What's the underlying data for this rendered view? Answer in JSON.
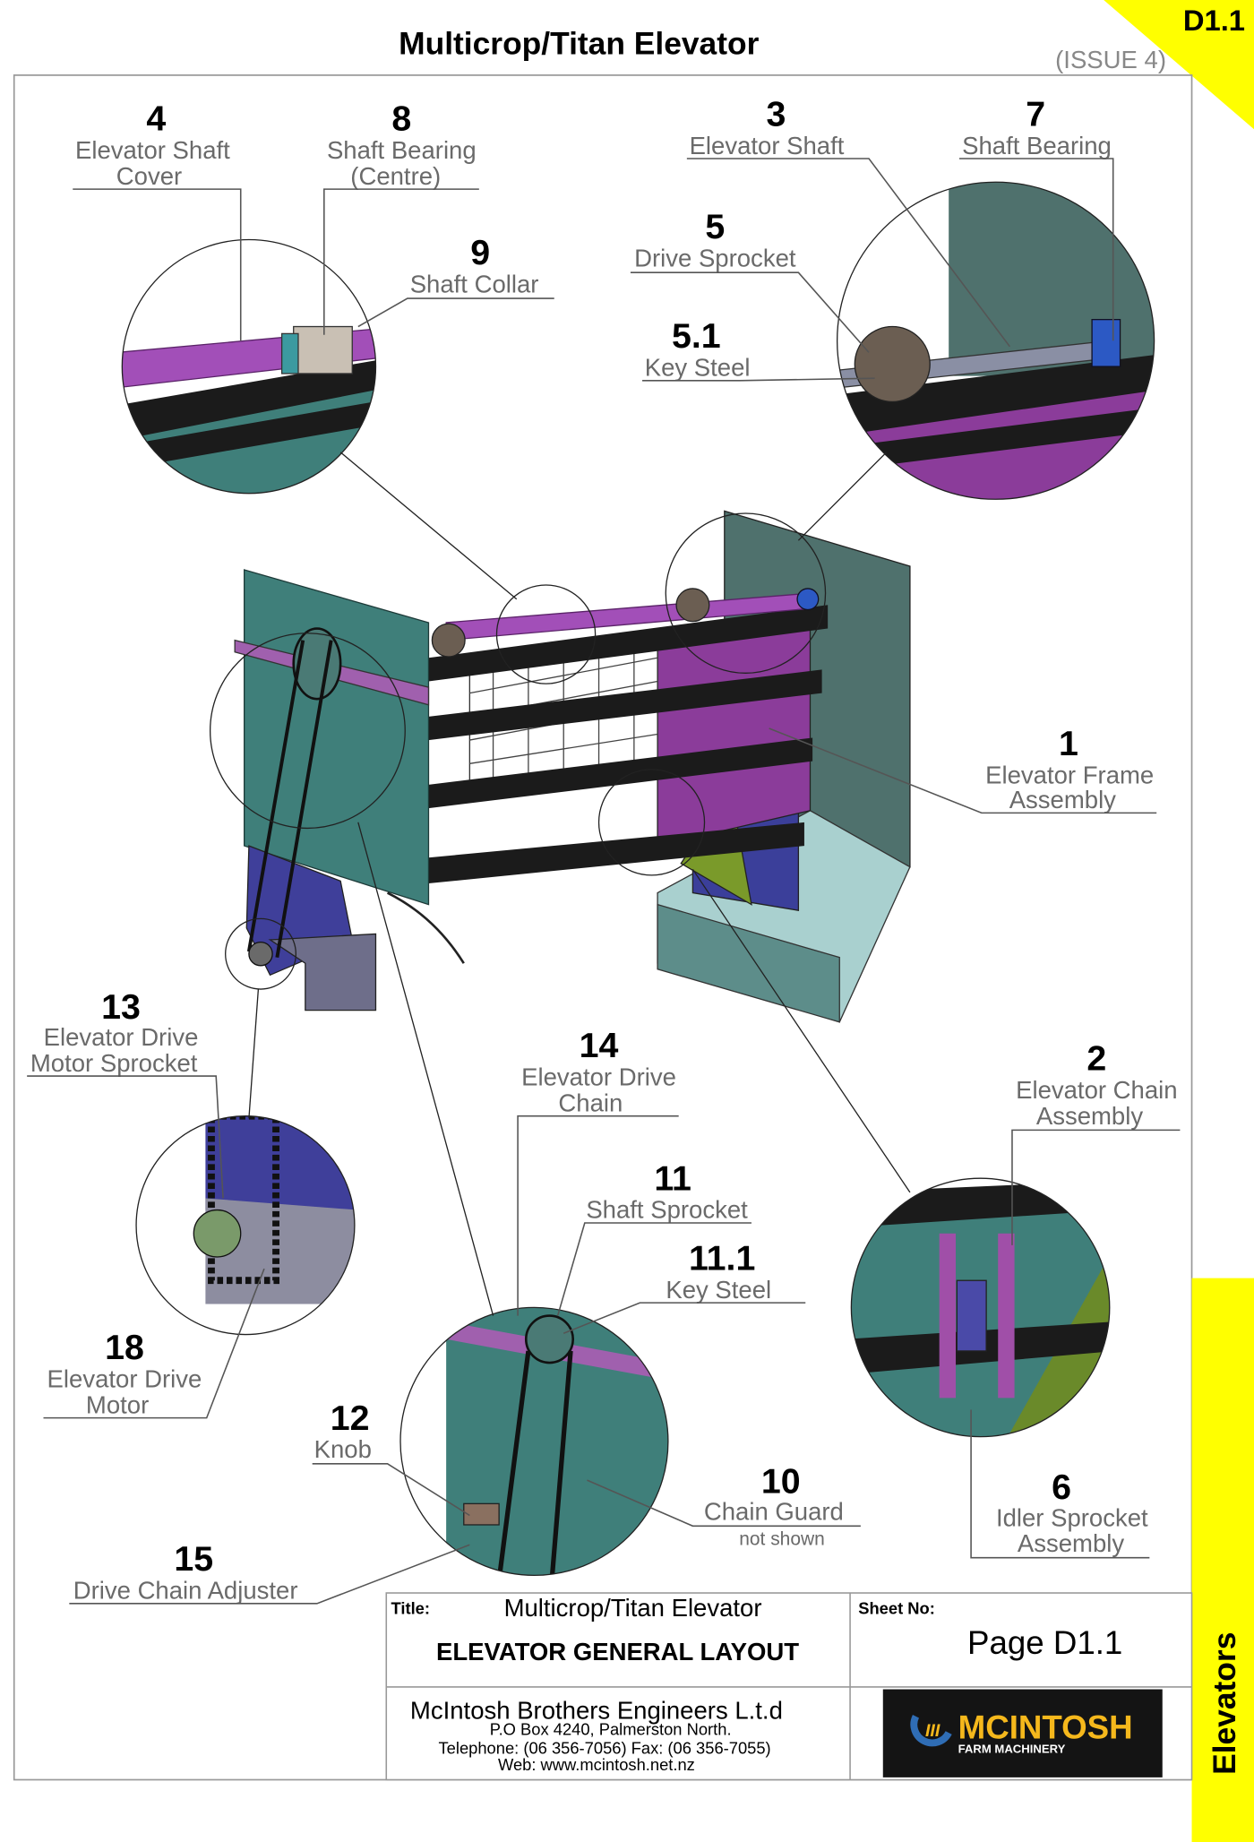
{
  "header": {
    "title": "Multicrop/Titan Elevator",
    "issue": "(ISSUE 4)",
    "corner_tag": "D1.1"
  },
  "side_tab": {
    "label": "Elevators"
  },
  "colors": {
    "tab_yellow": "#ffff00",
    "plate_teal": "#3f7f7a",
    "shaft_purple": "#a24fb8",
    "logo_bg": "#141414",
    "logo_gold": "#f5b81c",
    "logo_blue": "#2f6db5"
  },
  "callouts": {
    "c4": {
      "number": "4",
      "line1": "Elevator Shaft",
      "line2": "Cover"
    },
    "c8": {
      "number": "8",
      "line1": "Shaft Bearing",
      "line2": "(Centre)"
    },
    "c9": {
      "number": "9",
      "line1": "Shaft Collar"
    },
    "c3": {
      "number": "3",
      "line1": "Elevator Shaft"
    },
    "c7": {
      "number": "7",
      "line1": "Shaft Bearing"
    },
    "c5": {
      "number": "5",
      "line1": "Drive Sprocket"
    },
    "c51": {
      "number": "5.1",
      "line1": "Key Steel"
    },
    "c1": {
      "number": "1",
      "line1": "Elevator Frame",
      "line2": "Assembly"
    },
    "c13": {
      "number": "13",
      "line1": "Elevator Drive",
      "line2": "Motor Sprocket"
    },
    "c14": {
      "number": "14",
      "line1": "Elevator Drive",
      "line2": "Chain"
    },
    "c2": {
      "number": "2",
      "line1": "Elevator Chain",
      "line2": "Assembly"
    },
    "c11": {
      "number": "11",
      "line1": "Shaft Sprocket"
    },
    "c111": {
      "number": "11.1",
      "line1": "Key Steel"
    },
    "c18": {
      "number": "18",
      "line1": "Elevator Drive",
      "line2": "Motor"
    },
    "c12": {
      "number": "12",
      "line1": "Knob"
    },
    "c10": {
      "number": "10",
      "line1": "Chain Guard",
      "note": "not shown"
    },
    "c6": {
      "number": "6",
      "line1": "Idler Sprocket",
      "line2": "Assembly"
    },
    "c15": {
      "number": "15",
      "line1": "Drive Chain Adjuster"
    }
  },
  "title_block": {
    "title_label": "Title:",
    "title_value": "Multicrop/Titan Elevator",
    "subtitle": "ELEVATOR GENERAL LAYOUT",
    "sheet_label": "Sheet No:",
    "sheet_value": "Page D1.1",
    "company": "McIntosh Brothers Engineers L.t.d",
    "address": "P.O Box 4240, Palmerston North.",
    "phone": "Telephone: (06 356-7056)   Fax: (06 356-7055)",
    "web": "Web: www.mcintosh.net.nz",
    "logo_text": "MCINTOSH",
    "logo_sub": "FARM MACHINERY"
  }
}
